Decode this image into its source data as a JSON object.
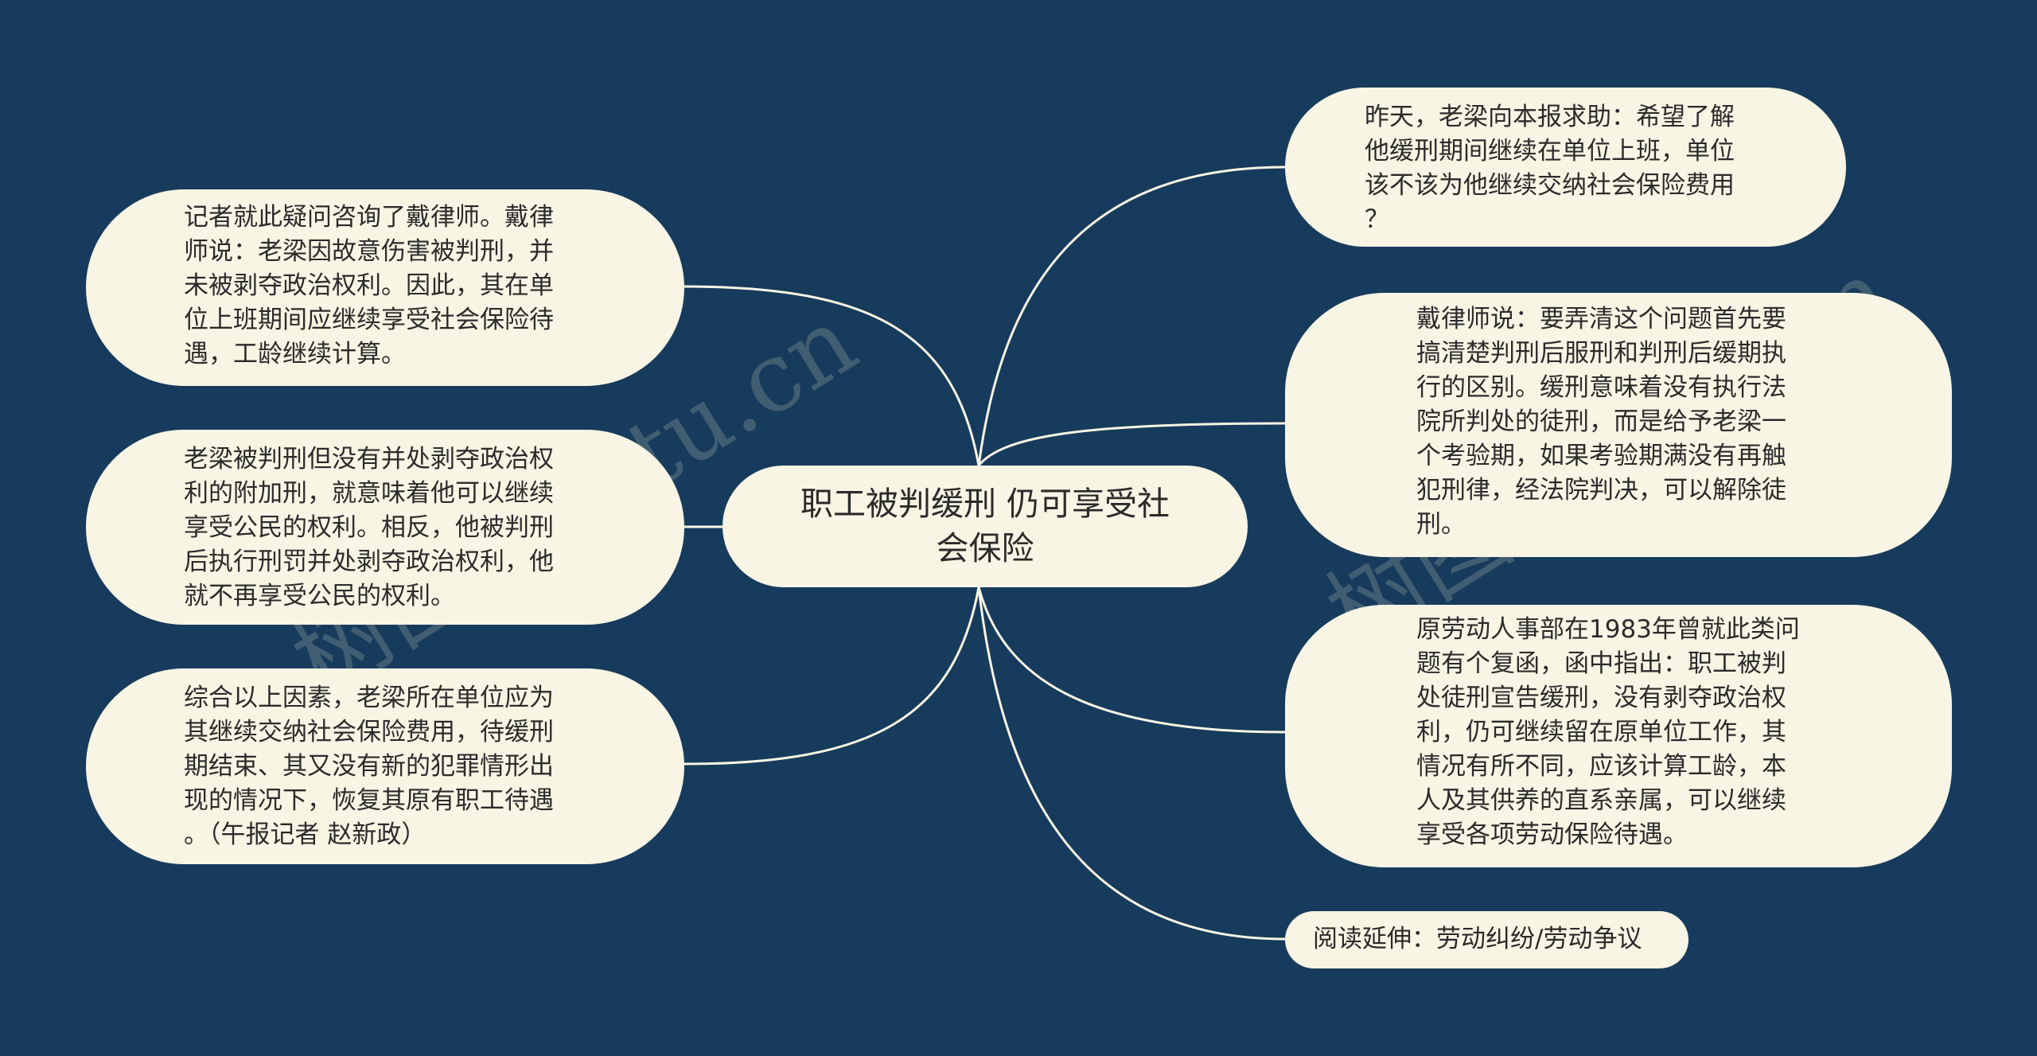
{
  "mindmap": {
    "center": {
      "label": "职工被判缓刑 仍可享受社\n会保险"
    },
    "left_nodes": [
      {
        "text": "记者就此疑问咨询了戴律师。戴律\n师说：老梁因故意伤害被判刑，并\n未被剥夺政治权利。因此，其在单\n位上班期间应继续享受社会保险待\n遇，工龄继续计算。"
      },
      {
        "text": "老梁被判刑但没有并处剥夺政治权\n利的附加刑，就意味着他可以继续\n享受公民的权利。相反，他被判刑\n后执行刑罚并处剥夺政治权利，他\n就不再享受公民的权利。"
      },
      {
        "text": "综合以上因素，老梁所在单位应为\n其继续交纳社会保险费用，待缓刑\n期结束、其又没有新的犯罪情形出\n现的情况下，恢复其原有职工待遇\n。（午报记者 赵新政）"
      }
    ],
    "right_nodes": [
      {
        "text": "昨天，老梁向本报求助：希望了解\n他缓刑期间继续在单位上班，单位\n该不该为他继续交纳社会保险费用\n？"
      },
      {
        "text": "戴律师说：要弄清这个问题首先要\n搞清楚判刑后服刑和判刑后缓期执\n行的区别。缓刑意味着没有执行法\n院所判处的徒刑，而是给予老梁一\n个考验期，如果考验期满没有再触\n犯刑律，经法院判决，可以解除徒\n刑。"
      },
      {
        "text": "原劳动人事部在1983年曾就此类问\n题有个复函，函中指出：职工被判\n处徒刑宣告缓刑，没有剥夺政治权\n利，仍可继续留在原单位工作，其\n情况有所不同，应该计算工龄，本\n人及其供养的直系亲属，可以继续\n享受各项劳动保险待遇。"
      },
      {
        "text": "阅读延伸：劳动纠纷/劳动争议"
      }
    ]
  },
  "watermarks": [
    "树图 shutu.cn",
    "树图 shutu.cn"
  ],
  "colors": {
    "background": "#173b5c",
    "node_fill": "#f8f5e4",
    "connector": "#f8f5e4",
    "text": "#2b2b2b"
  }
}
